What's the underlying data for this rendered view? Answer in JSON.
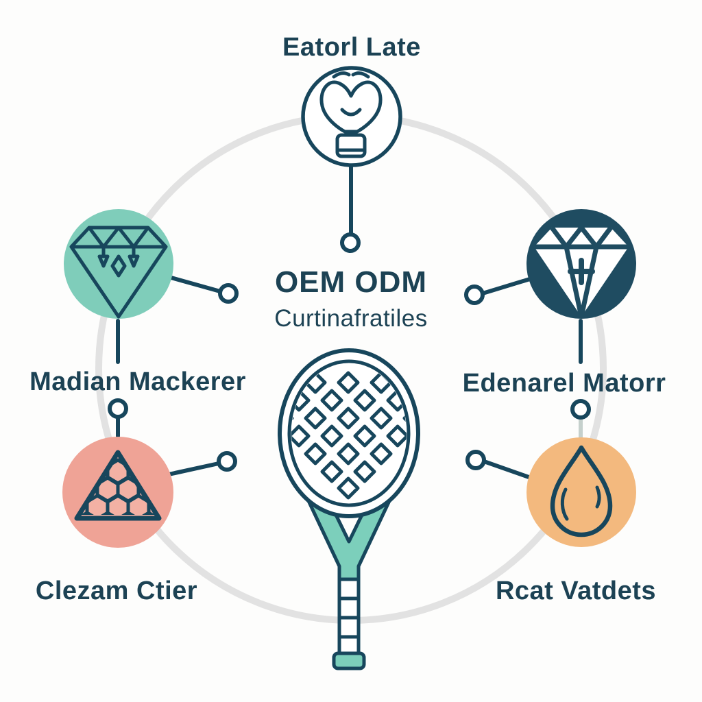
{
  "top": {
    "label": "Eatorl Late"
  },
  "center": {
    "title": "OEM ODM",
    "subtitle": "Curtinafratiles"
  },
  "nodes": [
    {
      "label": "Madian Mackerer",
      "icon": "diamond-gem-outline",
      "color": "#7FCDBA"
    },
    {
      "label": "Clezam Ctier",
      "icon": "triangle-honeycomb",
      "color": "#EFA396"
    },
    {
      "label": "Edenarel Matorr",
      "icon": "diamond-gem-plus",
      "color": "#1F4C61"
    },
    {
      "label": "Rcat Vatdets",
      "icon": "water-drop",
      "color": "#F3B97E"
    }
  ],
  "colors": {
    "ink": "#17465C",
    "text": "#1C4254",
    "track": "#E2E2E2",
    "racket_accent": "#7CCFBB",
    "triangle_fill": "#F3B1A4"
  }
}
